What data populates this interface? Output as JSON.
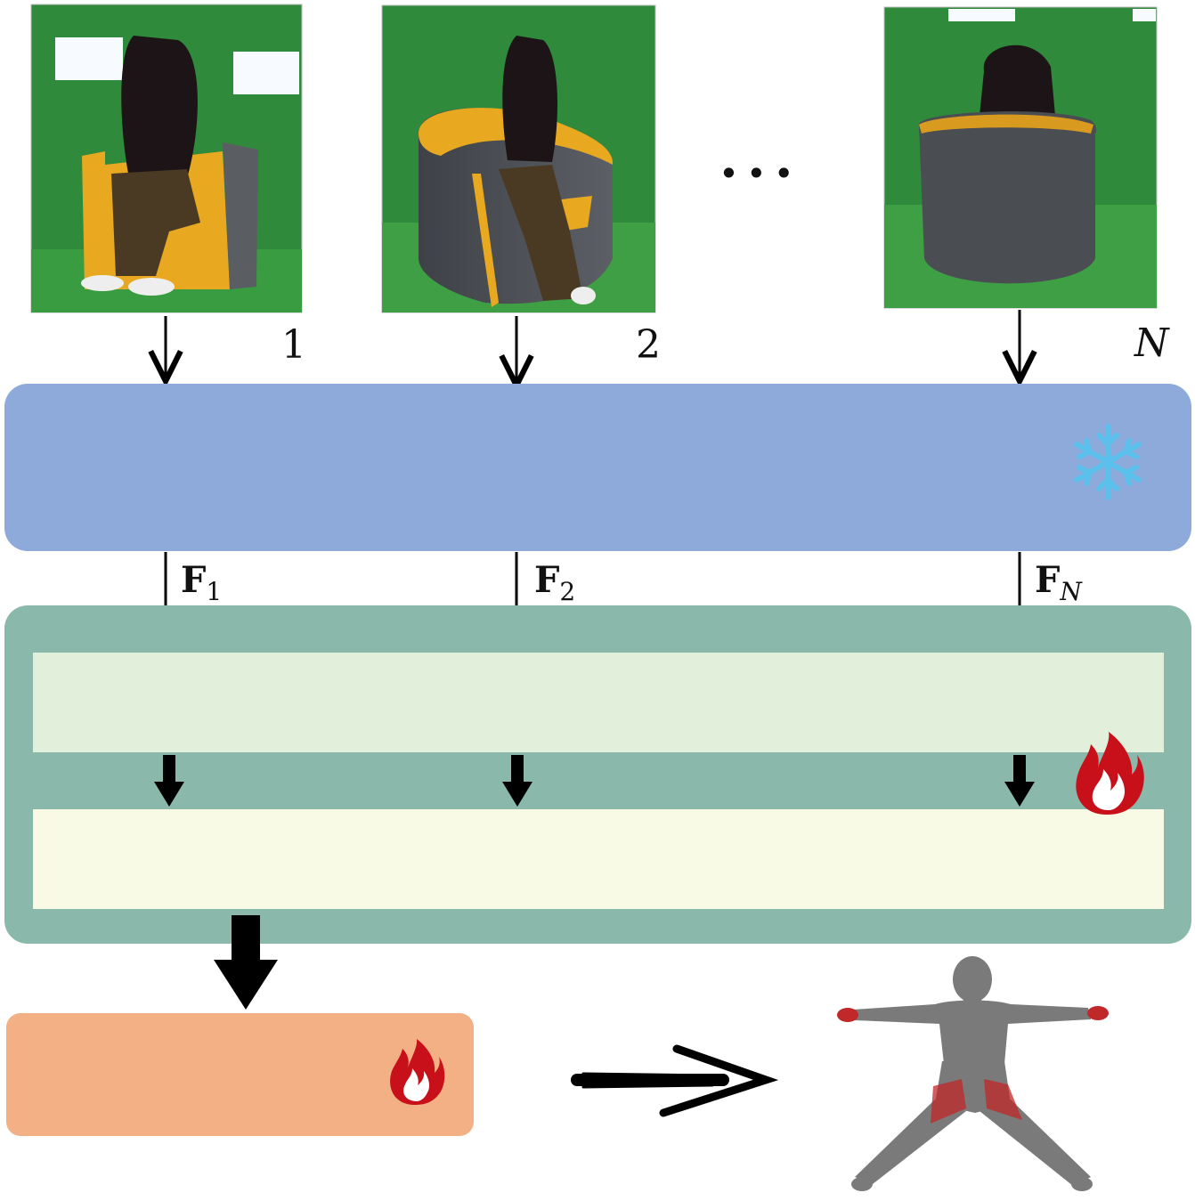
{
  "frames": [
    {
      "index_label": "1",
      "name": "frame-1"
    },
    {
      "index_label": "2",
      "name": "frame-2"
    },
    {
      "index_label": "N",
      "name": "frame-n"
    }
  ],
  "ellipsis": "···",
  "features": [
    {
      "symbol": "F",
      "subscript": "1"
    },
    {
      "symbol": "F",
      "subscript": "2"
    },
    {
      "symbol": "F",
      "subscript": "N"
    }
  ],
  "colors": {
    "encoder_block": "#8eaadb",
    "outer_block": "#8ab8aa",
    "inner_layer_top": "#e2efda",
    "inner_layer_bottom": "#f8fae6",
    "output_block": "#f2b084",
    "green_screen": "#2e8b3a",
    "chair_yellow": "#e8a820",
    "chair_grey": "#4a4d52",
    "flame": "#c8101a",
    "snowflake": "#5bc0eb",
    "mesh_grey": "#7a7a7a",
    "mesh_red": "#c0282a"
  },
  "icons": {
    "frozen": "snowflake-icon",
    "trainable": "flame-icon"
  }
}
